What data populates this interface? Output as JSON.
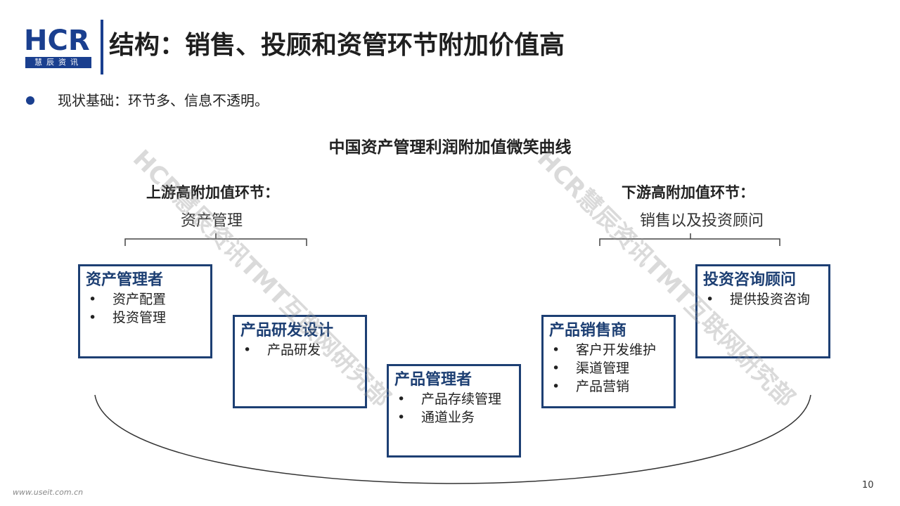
{
  "logo": {
    "text": "HCR",
    "sub": "慧辰资讯"
  },
  "title": "结构：销售、投顾和资管环节附加价值高",
  "bullet": "现状基础：环节多、信息不透明。",
  "diagram": {
    "title": "中国资产管理利润附加值微笑曲线",
    "upstream": {
      "heading": "上游高附加值环节：",
      "sub": "资产管理"
    },
    "downstream": {
      "heading": "下游高附加值环节：",
      "sub": "销售以及投资顾问"
    },
    "boxes": [
      {
        "title": "资产管理者",
        "items": [
          "资产配置",
          "投资管理"
        ]
      },
      {
        "title": "产品研发设计",
        "items": [
          "产品研发"
        ]
      },
      {
        "title": "产品管理者",
        "items": [
          "产品存续管理",
          "通道业务"
        ]
      },
      {
        "title": "产品销售商",
        "items": [
          "客户开发维护",
          "渠道管理",
          "产品营销"
        ]
      },
      {
        "title": "投资咨询顾问",
        "items": [
          "提供投资咨询"
        ]
      }
    ]
  },
  "watermark": "HCR慧辰资讯TMT互联网研究部",
  "footer_url": "www.useit.com.cn",
  "page_number": "10",
  "colors": {
    "brand": "#1a3f8f",
    "box_border": "#1d3f73"
  }
}
